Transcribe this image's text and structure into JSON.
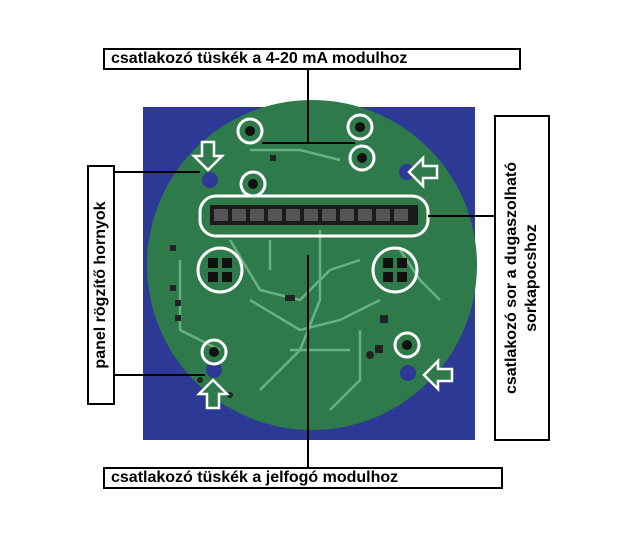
{
  "labels": {
    "top": "csatlakozó tüskék a 4-20 mA modulhoz",
    "bottom": "csatlakozó tüskék a jelfogó modulhoz",
    "left": "panel rögzítő hornyok",
    "right_line1": "csatlakozó sor a dugaszolható",
    "right_line2": "sorkapocshoz"
  },
  "colors": {
    "background": "#2c3a96",
    "pcb": "#2f7a4a",
    "trace": "#6fb88a",
    "highlight": "#ffffff",
    "leader": "#000000"
  }
}
